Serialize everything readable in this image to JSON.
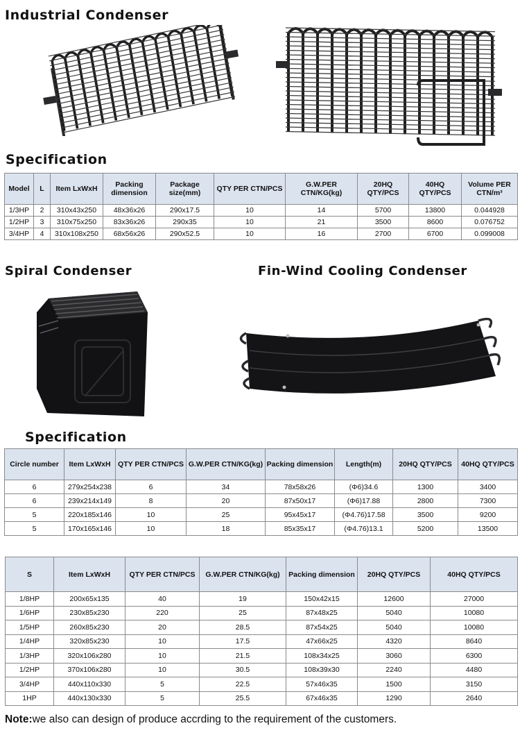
{
  "headings": {
    "industrial": "Industrial Condenser",
    "spec1": "Specification",
    "spiral": "Spiral Condenser",
    "finwind": "Fin-Wind Cooling Condenser",
    "spec2": "Specification"
  },
  "table1": {
    "headers": [
      "Model",
      "L",
      "Item LxWxH",
      "Packing dimension",
      "Package size(mm)",
      "QTY PER CTN/PCS",
      "G.W.PER CTN/KG(kg)",
      "20HQ QTY/PCS",
      "40HQ QTY/PCS",
      "Volume PER CTN/m³"
    ],
    "rows": [
      [
        "1/3HP",
        "2",
        "310x43x250",
        "48x36x26",
        "290x17.5",
        "10",
        "14",
        "5700",
        "13800",
        "0.044928"
      ],
      [
        "1/2HP",
        "3",
        "310x75x250",
        "83x36x26",
        "290x35",
        "10",
        "21",
        "3500",
        "8600",
        "0.076752"
      ],
      [
        "3/4HP",
        "4",
        "310x108x250",
        "68x56x26",
        "290x52.5",
        "10",
        "16",
        "2700",
        "6700",
        "0.099008"
      ]
    ]
  },
  "table2": {
    "headers": [
      "Circle number",
      "Item LxWxH",
      "QTY PER CTN/PCS",
      "G.W.PER CTN/KG(kg)",
      "Packing dimension",
      "Length(m)",
      "20HQ QTY/PCS",
      "40HQ QTY/PCS"
    ],
    "rows": [
      [
        "6",
        "279x254x238",
        "6",
        "34",
        "78x58x26",
        "(Φ6)34.6",
        "1300",
        "3400"
      ],
      [
        "6",
        "239x214x149",
        "8",
        "20",
        "87x50x17",
        "(Φ6)17.88",
        "2800",
        "7300"
      ],
      [
        "5",
        "220x185x146",
        "10",
        "25",
        "95x45x17",
        "(Φ4.76)17.58",
        "3500",
        "9200"
      ],
      [
        "5",
        "170x165x146",
        "10",
        "18",
        "85x35x17",
        "(Φ4.76)13.1",
        "5200",
        "13500"
      ]
    ]
  },
  "table3": {
    "headers": [
      "S",
      "Item LxWxH",
      "QTY PER CTN/PCS",
      "G.W.PER CTN/KG(kg)",
      "Packing dimension",
      "20HQ QTY/PCS",
      "40HQ QTY/PCS"
    ],
    "rows": [
      [
        "1/8HP",
        "200x65x135",
        "40",
        "19",
        "150x42x15",
        "12600",
        "27000"
      ],
      [
        "1/6HP",
        "230x85x230",
        "220",
        "25",
        "87x48x25",
        "5040",
        "10080"
      ],
      [
        "1/5HP",
        "260x85x230",
        "20",
        "28.5",
        "87x54x25",
        "5040",
        "10080"
      ],
      [
        "1/4HP",
        "320x85x230",
        "10",
        "17.5",
        "47x66x25",
        "4320",
        "8640"
      ],
      [
        "1/3HP",
        "320x106x280",
        "10",
        "21.5",
        "108x34x25",
        "3060",
        "6300"
      ],
      [
        "1/2HP",
        "370x106x280",
        "10",
        "30.5",
        "108x39x30",
        "2240",
        "4480"
      ],
      [
        "3/4HP",
        "440x110x330",
        "5",
        "22.5",
        "57x46x35",
        "1500",
        "3150"
      ],
      [
        "1HP",
        "440x130x330",
        "5",
        "25.5",
        "67x46x35",
        "1290",
        "2640"
      ]
    ]
  },
  "note": {
    "label": "Note:",
    "text": "we also can design of produce accrding to the requirement of the customers."
  },
  "colors": {
    "header_bg": "#dbe3ef",
    "condenser_dark": "#1c1c1e"
  }
}
